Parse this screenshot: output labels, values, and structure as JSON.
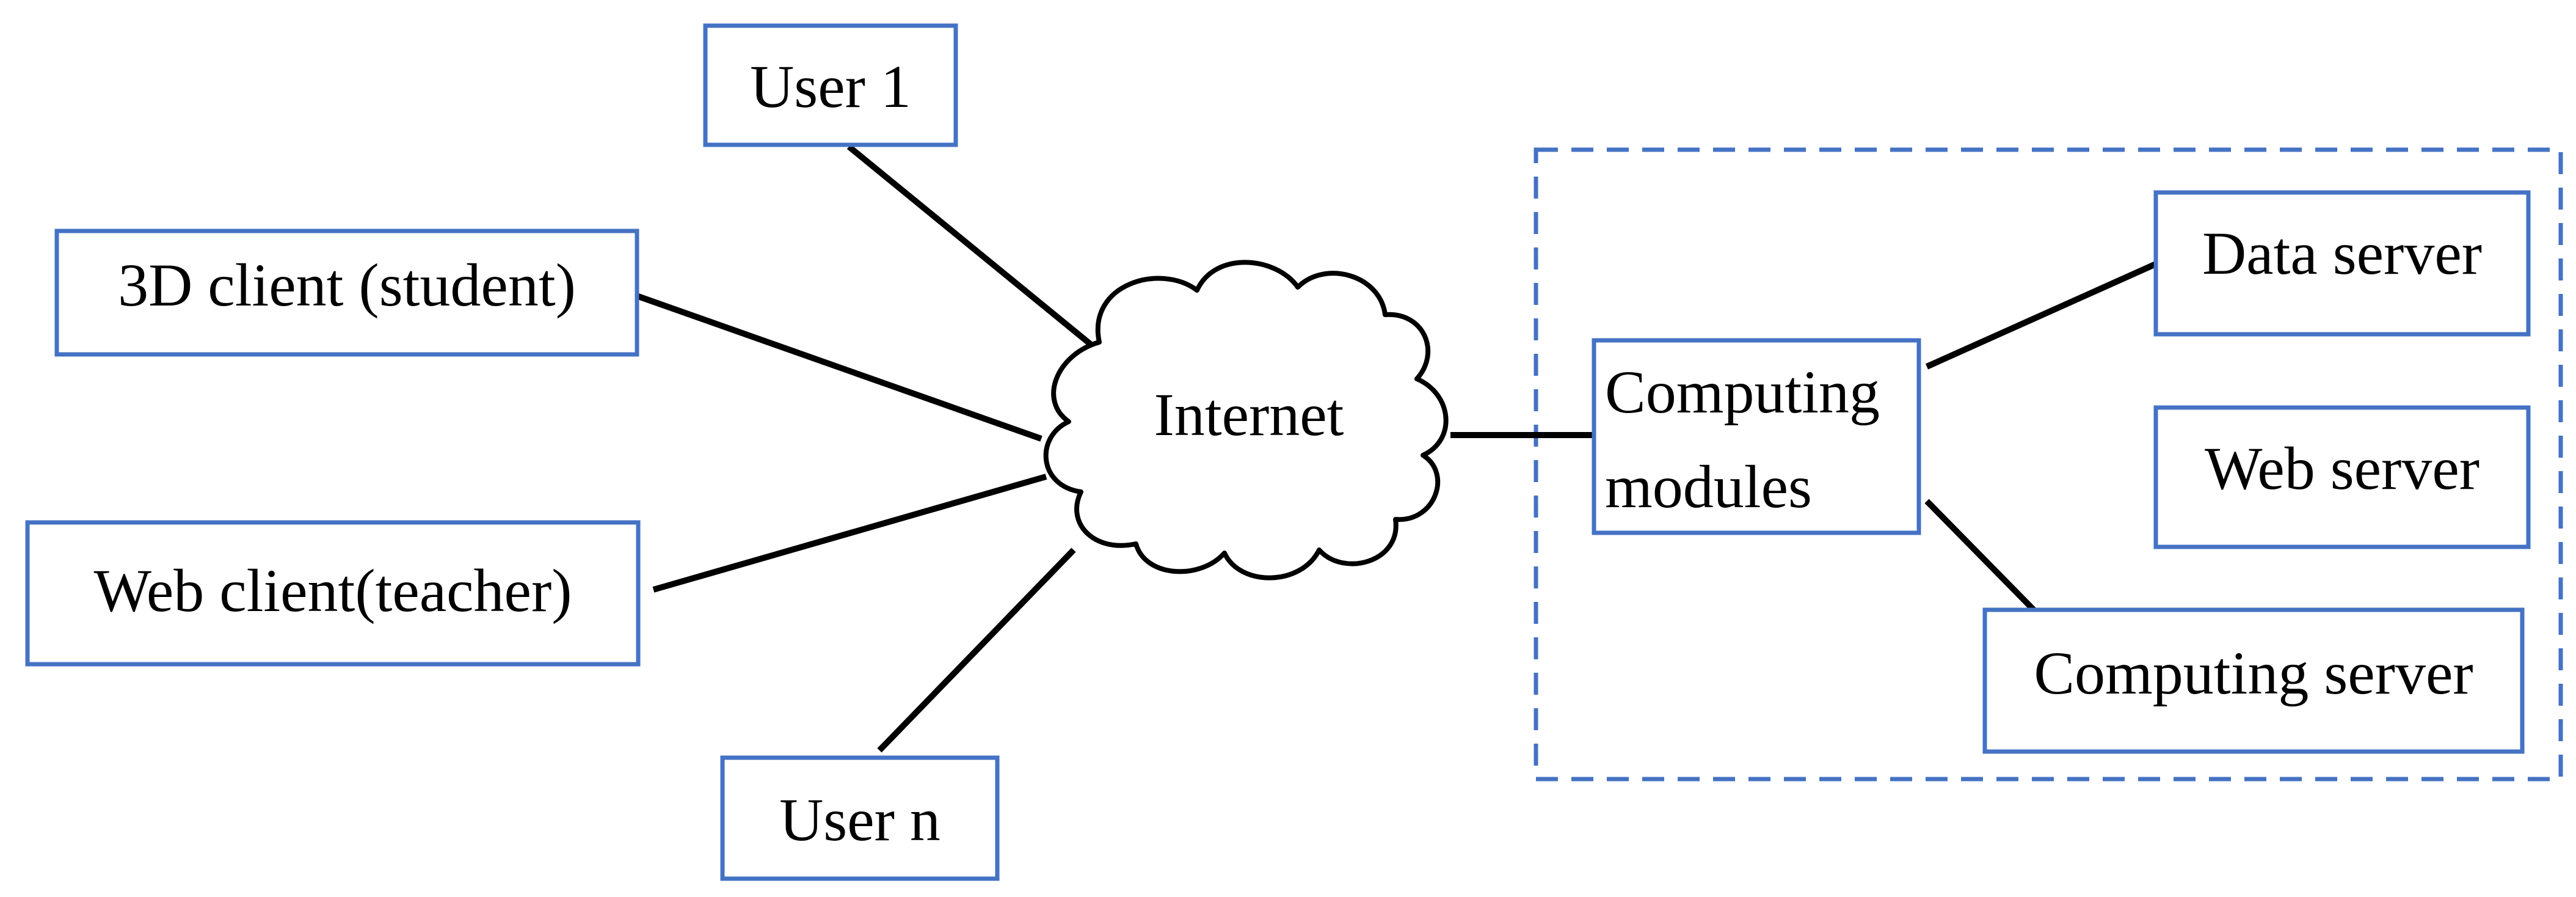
{
  "nodes": {
    "user1": "User 1",
    "client3d": "3D client (student)",
    "webclient": "Web client(teacher)",
    "usern": "User n",
    "internet": "Internet",
    "computing_modules_line1": "Computing",
    "computing_modules_line2": "modules",
    "data_server": "Data server",
    "web_server": "Web server",
    "computing_server": "Computing server"
  },
  "colors": {
    "box_border": "#4472C4",
    "line": "#000000"
  }
}
